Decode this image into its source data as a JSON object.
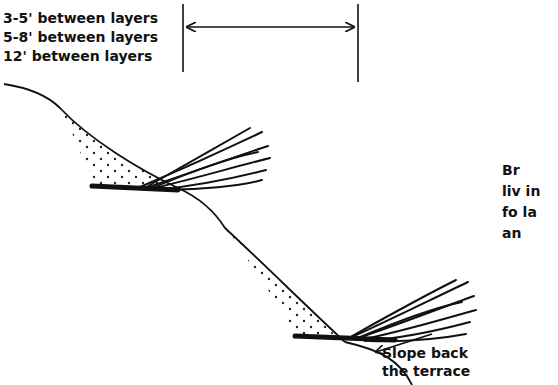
{
  "diagram": {
    "labels": [
      "3-5' between layers",
      "5-8' between layers",
      "12' between layers",
      "Br liv in fo la an",
      "Slope back the terrace"
    ]
  }
}
